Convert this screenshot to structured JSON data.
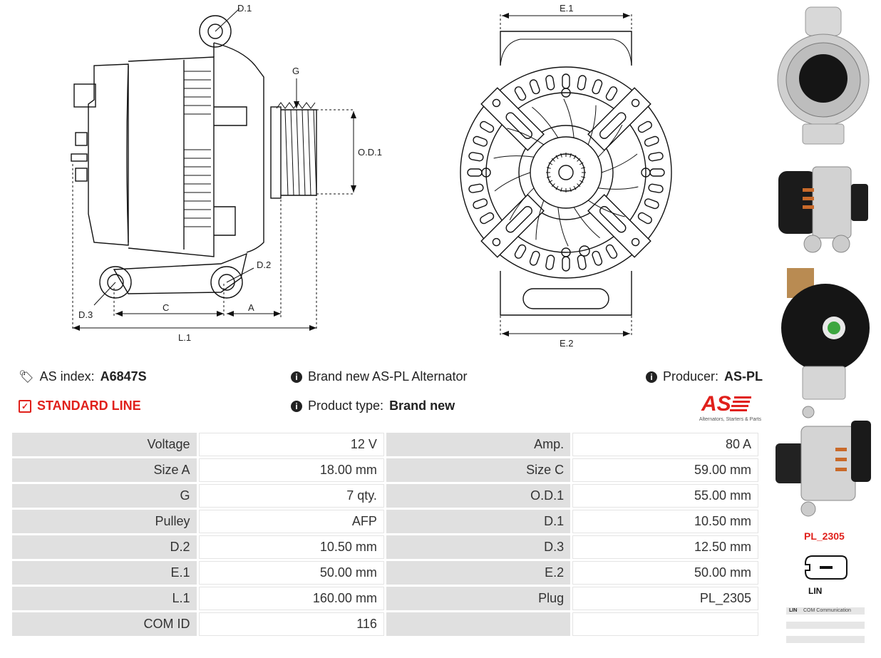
{
  "diagram_labels": {
    "d1": "D.1",
    "d2": "D.2",
    "d3": "D.3",
    "g": "G",
    "od1": "O.D.1",
    "c": "C",
    "a": "A",
    "l1": "L.1",
    "e1": "E.1",
    "e2": "E.2"
  },
  "info": {
    "as_index_label": "AS index:",
    "as_index_value": "A6847S",
    "line_label": "STANDARD LINE",
    "description": "Brand new AS-PL Alternator",
    "product_type_label": "Product type:",
    "product_type_value": "Brand new",
    "producer_label": "Producer:",
    "producer_value": "AS-PL"
  },
  "logo": {
    "mark": "AS",
    "tagline": "Alternators, Starters & Parts",
    "color": "#e0201b"
  },
  "specs": [
    {
      "l1": "Voltage",
      "v1": "12 V",
      "l2": "Amp.",
      "v2": "80 A"
    },
    {
      "l1": "Size A",
      "v1": "18.00 mm",
      "l2": "Size C",
      "v2": "59.00 mm"
    },
    {
      "l1": "G",
      "v1": "7 qty.",
      "l2": "O.D.1",
      "v2": "55.00 mm"
    },
    {
      "l1": "Pulley",
      "v1": "AFP",
      "l2": "D.1",
      "v2": "10.50 mm"
    },
    {
      "l1": "D.2",
      "v1": "10.50 mm",
      "l2": "D.3",
      "v2": "12.50 mm"
    },
    {
      "l1": "E.1",
      "v1": "50.00 mm",
      "l2": "E.2",
      "v2": "50.00 mm"
    },
    {
      "l1": "L.1",
      "v1": "160.00 mm",
      "l2": "Plug",
      "v2": "PL_2305"
    },
    {
      "l1": "COM ID",
      "v1": "116",
      "l2": "",
      "v2": ""
    }
  ],
  "sidebar": {
    "plug_code": "PL_2305",
    "plug_pin": "LIN",
    "legend_code": "LIN",
    "legend_text": "COM Communication"
  },
  "colors": {
    "accent": "#e0201b",
    "label_bg": "#e0e0e0"
  }
}
